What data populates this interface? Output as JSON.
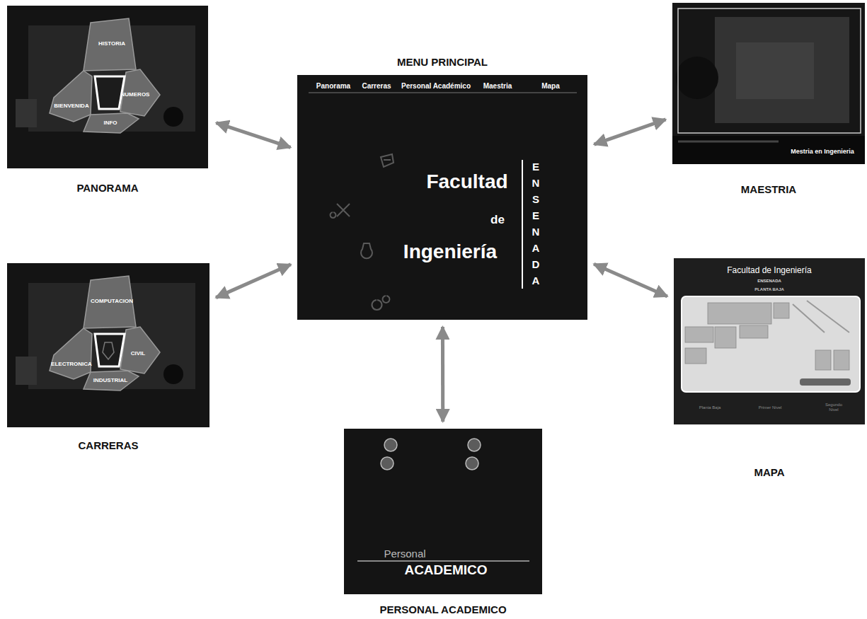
{
  "diagram": {
    "nodes": [
      {
        "text": [
          "PANORAMA",
          "HISTORIA",
          "BIENVENIDA",
          "NUMEROS",
          "INFO"
        ]
      },
      {
        "text": [
          "MENU PRINCIPAL",
          "Panorama",
          "Carreras",
          "Personal Académico",
          "Maestria",
          "Mapa",
          "Facultad",
          "de",
          "Ingeniería",
          "ENSENADA"
        ]
      },
      {
        "text": [
          "MAESTRIA",
          "Mestria en Ingenieria"
        ]
      },
      {
        "text": [
          "CARRERAS",
          "COMPUTACION",
          "ELECTRONICA",
          "CIVIL",
          "INDUSTRIAL"
        ]
      },
      {
        "text": [
          "MAPA",
          "Facultad de Ingeniería",
          "ENSENADA",
          "PLANTA BAJA",
          "Planta Baja",
          "Primer Nivel",
          "Segundo Nivel"
        ]
      },
      {
        "text": [
          "PERSONAL ACADEMICO",
          "Personal",
          "ACADEMICO"
        ]
      }
    ],
    "edges": [
      {
        "from": 1,
        "to": 0,
        "arrow": "both"
      },
      {
        "from": 1,
        "to": 2,
        "arrow": "both"
      },
      {
        "from": 1,
        "to": 3,
        "arrow": "both"
      },
      {
        "from": 1,
        "to": 4,
        "arrow": "both"
      },
      {
        "from": 1,
        "to": 5,
        "arrow": "both"
      }
    ]
  }
}
